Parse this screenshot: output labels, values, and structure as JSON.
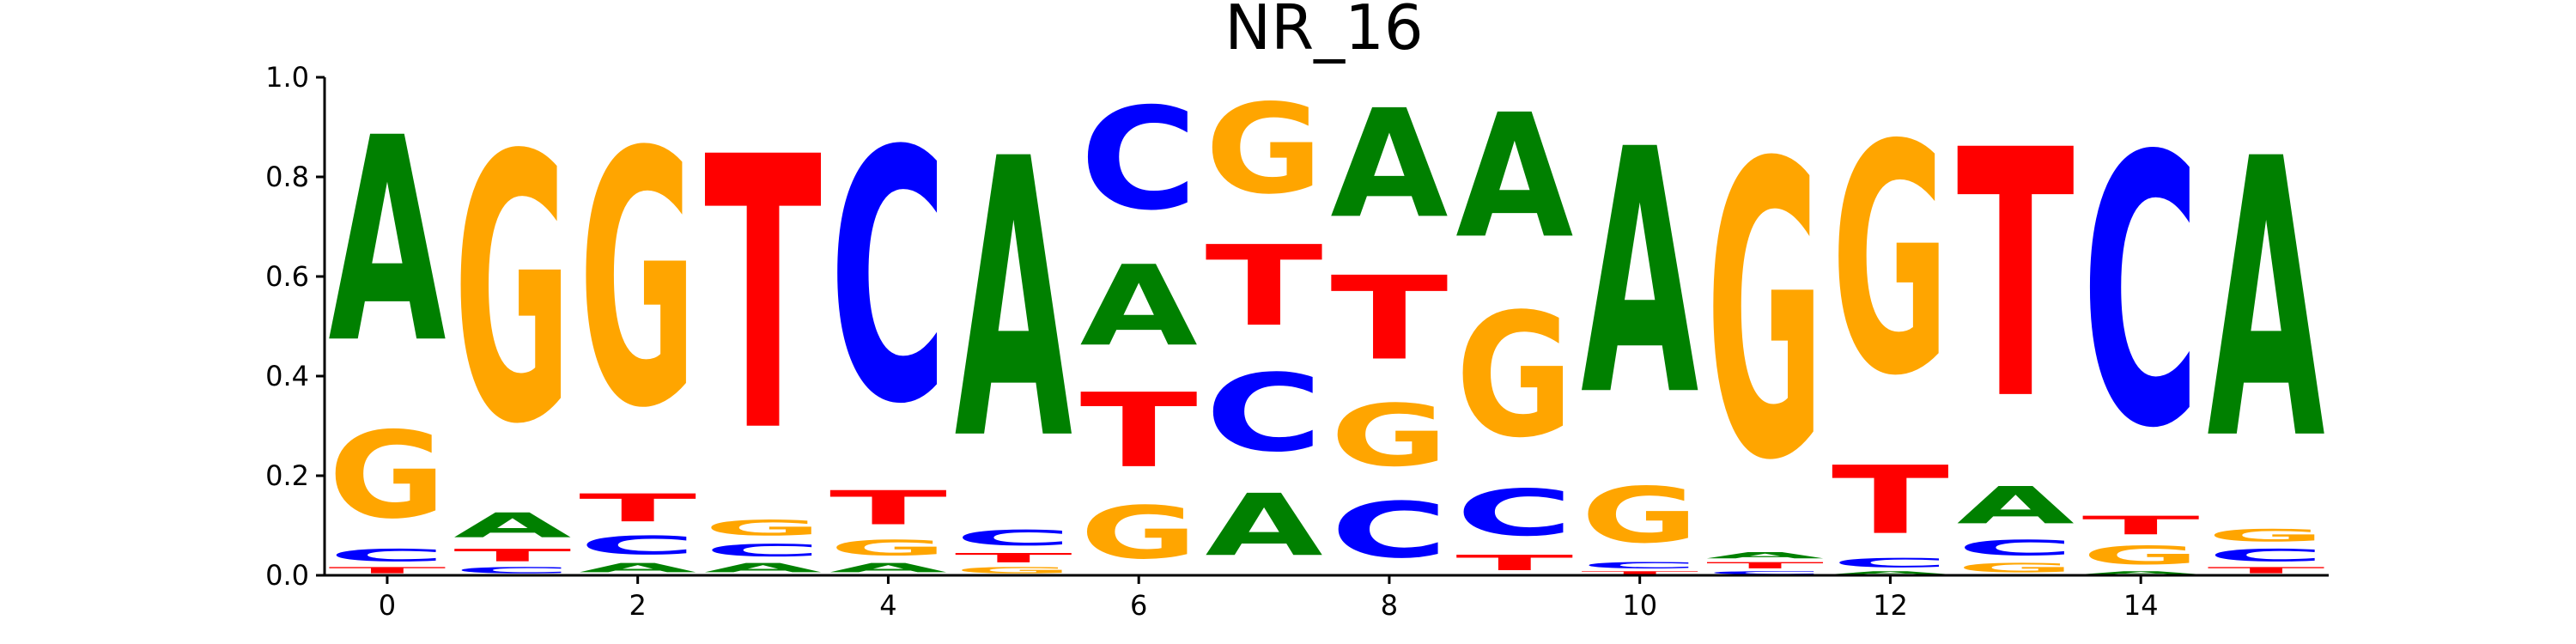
{
  "chart_data": {
    "type": "sequence-logo",
    "title": "NR_16",
    "xlabel": "",
    "ylabel": "",
    "xlim": [
      -0.5,
      15.5
    ],
    "ylim": [
      0,
      1
    ],
    "xticks": [
      "0",
      "2",
      "4",
      "6",
      "8",
      "10",
      "12",
      "14"
    ],
    "yticks": [
      "0.0",
      "0.2",
      "0.4",
      "0.6",
      "0.8",
      "1.0"
    ],
    "grid": false,
    "legend": "none",
    "colors": {
      "A": "#008000",
      "C": "#0000ff",
      "G": "#ffa500",
      "T": "#ff0000"
    },
    "positions": [
      {
        "pos": 0,
        "stack": [
          [
            "T",
            0.02
          ],
          [
            "C",
            0.04
          ],
          [
            "G",
            0.28
          ],
          [
            "A",
            0.66
          ]
        ]
      },
      {
        "pos": 1,
        "stack": [
          [
            "C",
            0.02
          ],
          [
            "T",
            0.04
          ],
          [
            "A",
            0.08
          ],
          [
            "G",
            0.86
          ]
        ]
      },
      {
        "pos": 2,
        "stack": [
          [
            "A",
            0.03
          ],
          [
            "C",
            0.06
          ],
          [
            "T",
            0.09
          ],
          [
            "G",
            0.82
          ]
        ]
      },
      {
        "pos": 3,
        "stack": [
          [
            "A",
            0.03
          ],
          [
            "C",
            0.04
          ],
          [
            "G",
            0.05
          ],
          [
            "T",
            0.88
          ]
        ]
      },
      {
        "pos": 4,
        "stack": [
          [
            "A",
            0.03
          ],
          [
            "G",
            0.05
          ],
          [
            "T",
            0.11
          ],
          [
            "C",
            0.81
          ]
        ]
      },
      {
        "pos": 5,
        "stack": [
          [
            "G",
            0.02
          ],
          [
            "T",
            0.03
          ],
          [
            "C",
            0.05
          ],
          [
            "A",
            0.9
          ]
        ]
      },
      {
        "pos": 6,
        "stack": [
          [
            "G",
            0.17
          ],
          [
            "T",
            0.24
          ],
          [
            "A",
            0.26
          ],
          [
            "C",
            0.33
          ]
        ]
      },
      {
        "pos": 7,
        "stack": [
          [
            "A",
            0.2
          ],
          [
            "C",
            0.25
          ],
          [
            "T",
            0.26
          ],
          [
            "G",
            0.29
          ]
        ]
      },
      {
        "pos": 8,
        "stack": [
          [
            "C",
            0.18
          ],
          [
            "G",
            0.2
          ],
          [
            "T",
            0.27
          ],
          [
            "A",
            0.35
          ]
        ]
      },
      {
        "pos": 9,
        "stack": [
          [
            "T",
            0.05
          ],
          [
            "C",
            0.15
          ],
          [
            "G",
            0.4
          ],
          [
            "A",
            0.4
          ]
        ]
      },
      {
        "pos": 10,
        "stack": [
          [
            "T",
            0.01
          ],
          [
            "C",
            0.02
          ],
          [
            "G",
            0.18
          ],
          [
            "A",
            0.79
          ]
        ]
      },
      {
        "pos": 11,
        "stack": [
          [
            "C",
            0.01
          ],
          [
            "T",
            0.02
          ],
          [
            "A",
            0.02
          ],
          [
            "G",
            0.95
          ]
        ]
      },
      {
        "pos": 12,
        "stack": [
          [
            "A",
            0.01
          ],
          [
            "C",
            0.03
          ],
          [
            "T",
            0.22
          ],
          [
            "G",
            0.74
          ]
        ]
      },
      {
        "pos": 13,
        "stack": [
          [
            "G",
            0.03
          ],
          [
            "C",
            0.05
          ],
          [
            "A",
            0.12
          ],
          [
            "T",
            0.8
          ]
        ]
      },
      {
        "pos": 14,
        "stack": [
          [
            "A",
            0.01
          ],
          [
            "G",
            0.06
          ],
          [
            "T",
            0.06
          ],
          [
            "C",
            0.87
          ]
        ]
      },
      {
        "pos": 15,
        "stack": [
          [
            "T",
            0.02
          ],
          [
            "C",
            0.04
          ],
          [
            "G",
            0.04
          ],
          [
            "A",
            0.9
          ]
        ]
      }
    ]
  }
}
